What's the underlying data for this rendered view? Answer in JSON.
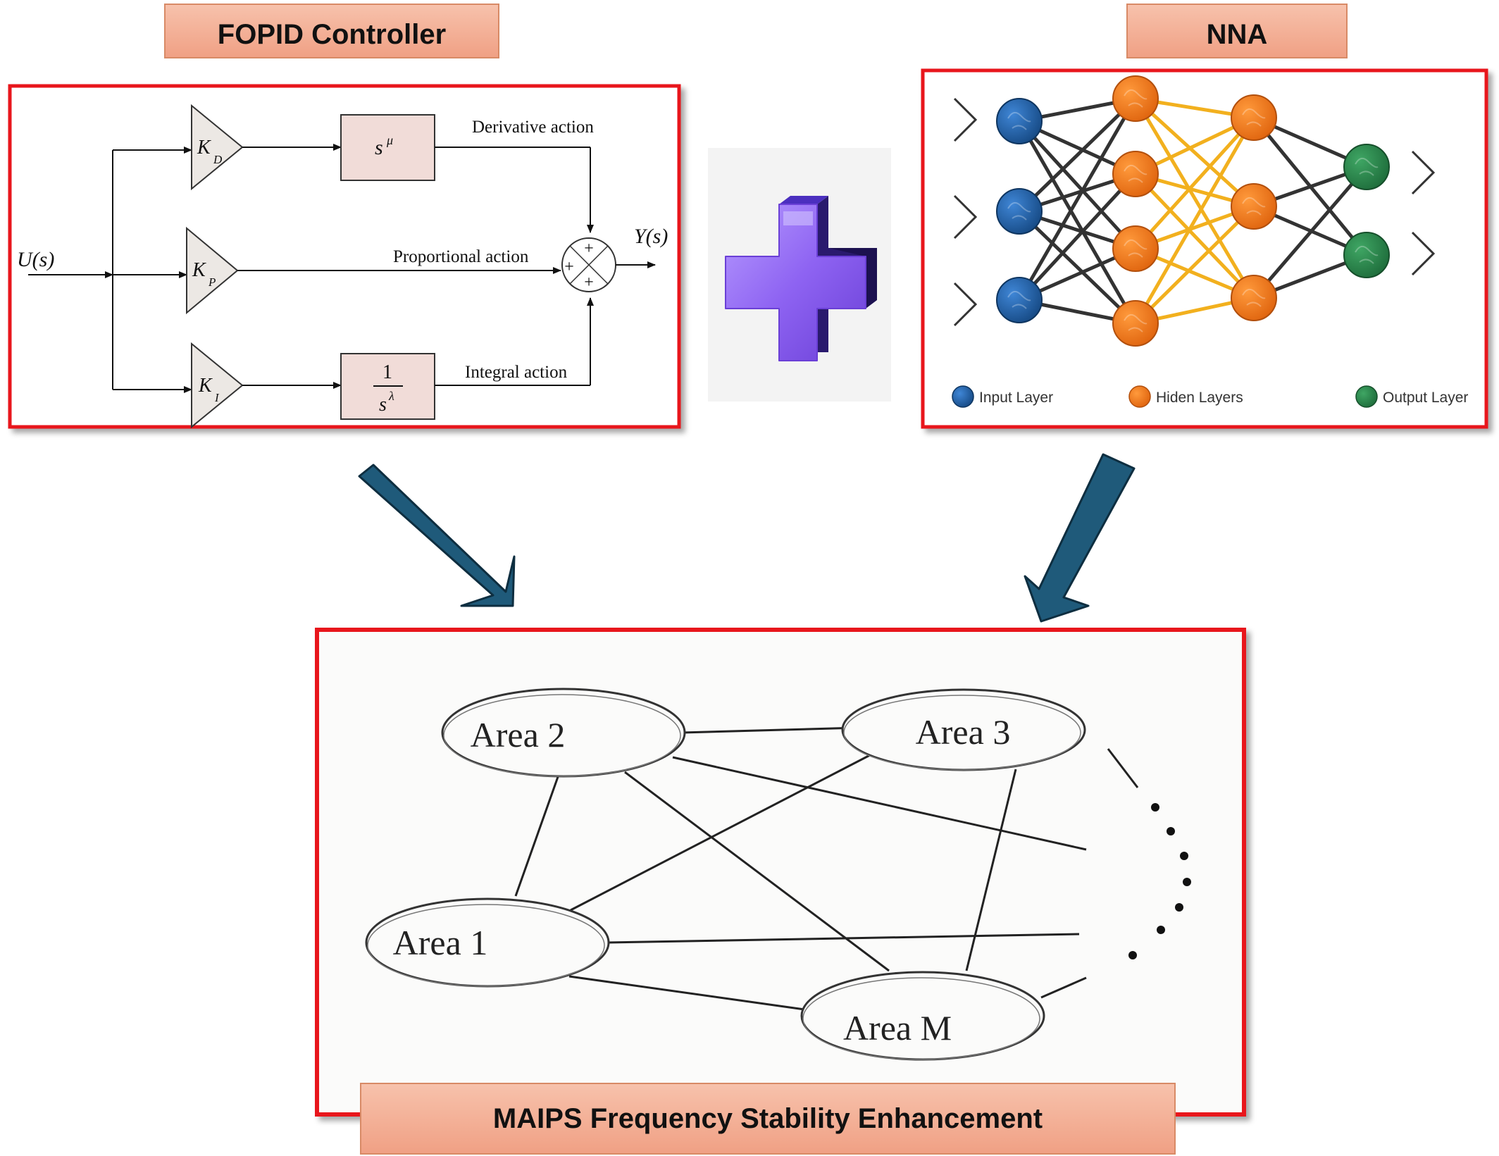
{
  "titles": {
    "fopid": "FOPID Controller",
    "nna": "NNA",
    "maips": "MAIPS Frequency Stability Enhancement"
  },
  "fopid": {
    "input": "U(s)",
    "output": "Y(s)",
    "gain_d": "K",
    "gain_d_sub": "D",
    "gain_p": "K",
    "gain_p_sub": "P",
    "gain_i": "K",
    "gain_i_sub": "I",
    "deriv_block": "s",
    "deriv_exp": "μ",
    "integ_num": "1",
    "integ_den": "s",
    "integ_exp": "λ",
    "derivative_label": "Derivative action",
    "proportional_label": "Proportional action",
    "integral_label": "Integral action",
    "plus": "+"
  },
  "nna": {
    "legend_input": "Input Layer",
    "legend_hidden": "Hiden Layers",
    "legend_output": "Output Layer",
    "colors": {
      "input": "#1f5fa6",
      "hidden": "#f07c1e",
      "output": "#2e8b4f",
      "link_dark": "#333333",
      "link_gold": "#f2b01e"
    }
  },
  "areas": {
    "area1": "Area 1",
    "area2": "Area 2",
    "area3": "Area 3",
    "areaM": "Area M"
  },
  "colors": {
    "frame_red": "#e8181c",
    "title_fill": "#f4b197",
    "arrow_blue": "#1f5a7a",
    "plus_purple": "#8a5cf0"
  }
}
